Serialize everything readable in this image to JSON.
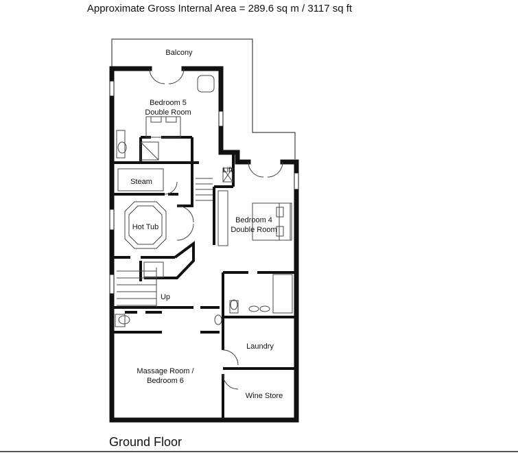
{
  "header": {
    "area_text": "Approximate Gross Internal Area = 289.6 sq m / 3117 sq ft"
  },
  "footer": {
    "floor_label": "Ground Floor"
  },
  "rooms": {
    "balcony": "Balcony",
    "bedroom5_line1": "Bedroom 5",
    "bedroom5_line2": "Double Room",
    "lift": "Lift",
    "steam": "Steam",
    "hot_tub": "Hot Tub",
    "bedroom4_line1": "Bedroom 4",
    "bedroom4_line2": "Double Room",
    "stairs_up": "Up",
    "laundry": "Laundry",
    "massage_line1": "Massage Room /",
    "massage_line2": "Bedroom 6",
    "wine_store": "Wine Store"
  }
}
